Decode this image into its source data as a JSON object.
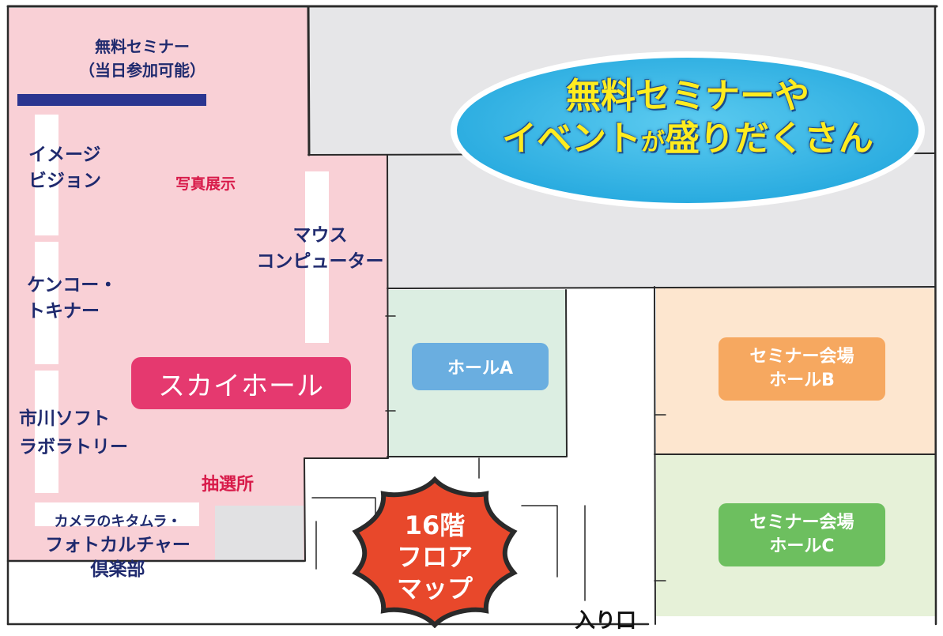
{
  "banner": {
    "line1": "無料セミナーや",
    "line2a": "イベント",
    "line2b": "が",
    "line2c": "盛りだくさん"
  },
  "sky_area": {
    "seminar_line1": "無料セミナー",
    "seminar_line2": "（当日参加可能）",
    "image_vision": [
      "イメージ",
      "ビジョン"
    ],
    "photo_exhibit": "写真展示",
    "mouse": [
      "マウス",
      "コンピューター"
    ],
    "kenko": [
      "ケンコー・",
      "トキナー"
    ],
    "hall_label": "スカイホール",
    "ichikawa": [
      "市川ソフト",
      "ラボラトリー"
    ],
    "lottery": "抽選所",
    "kitamura": [
      "カメラのキタムラ・",
      "フォトカルチャー",
      "倶楽部"
    ]
  },
  "halls": {
    "a": "ホールA",
    "b": [
      "セミナー会場",
      "ホールB"
    ],
    "c": [
      "セミナー会場",
      "ホールC"
    ]
  },
  "badge": [
    "16階",
    "フロア",
    "マップ"
  ],
  "entrance": "入り口",
  "colors": {
    "sky_pink": "#f9d0d6",
    "hall_label": "#e5396f",
    "hall_a_bg": "#dceee2",
    "hall_a": "#6aaee0",
    "hall_b_bg": "#fde6cf",
    "hall_b": "#f6a860",
    "hall_c_bg": "#e6f1d8",
    "hall_c": "#6dbf5f",
    "banner_blue": "#35b7e8",
    "banner_text": "#ffec1f",
    "badge": "#e8482b",
    "navy": "#1f2a6e"
  }
}
